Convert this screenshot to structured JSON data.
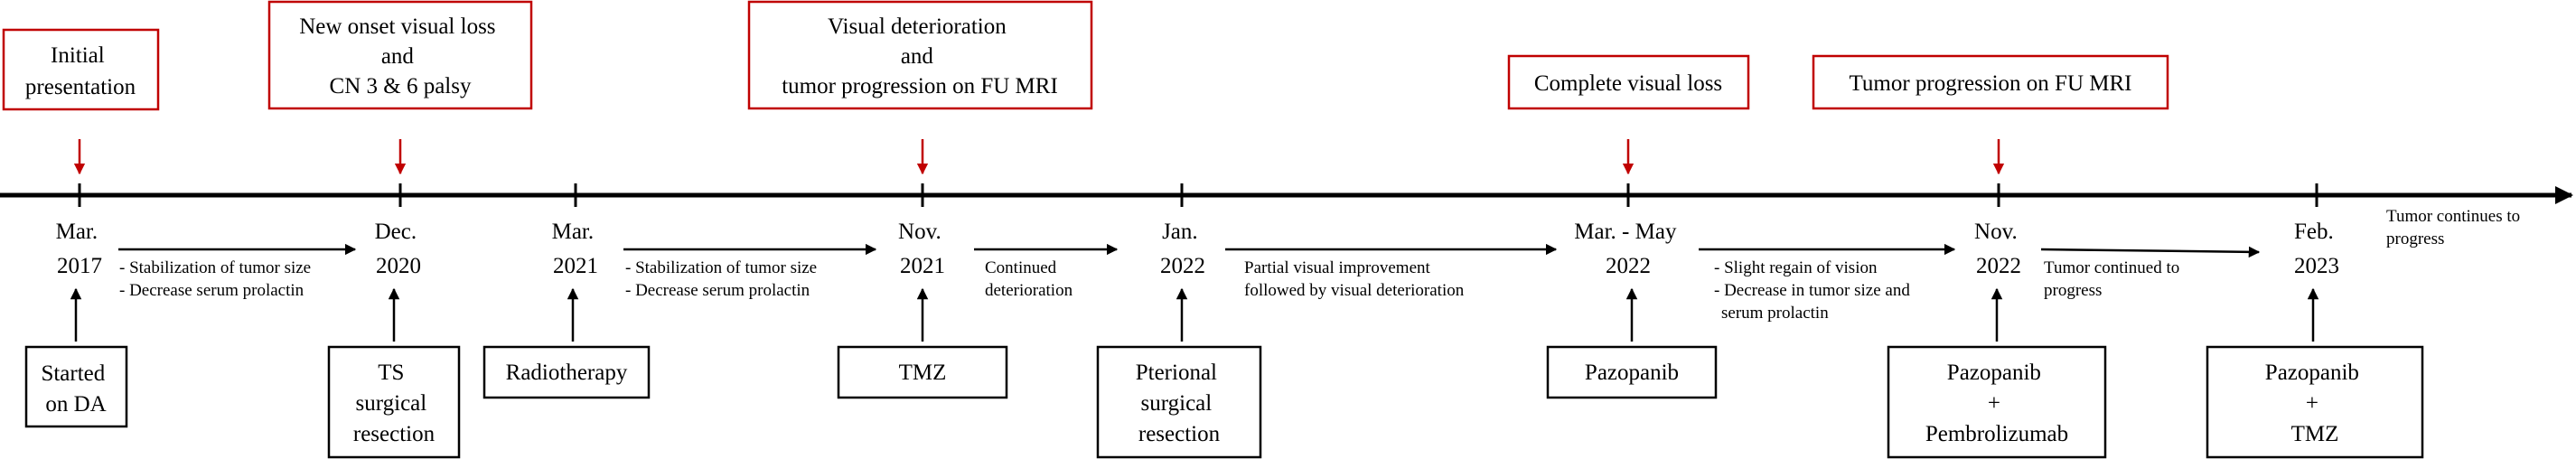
{
  "events": [
    {
      "id": "initial-presentation",
      "lines": [
        "Initial",
        "presentation"
      ]
    },
    {
      "id": "new-onset-visual-loss",
      "lines": [
        "New onset visual loss",
        "and",
        "CN 3 & 6 palsy"
      ]
    },
    {
      "id": "visual-deterioration",
      "lines": [
        "Visual deterioration",
        "and",
        "tumor progression on FU MRI"
      ]
    },
    {
      "id": "complete-visual-loss",
      "lines": [
        "Complete visual loss"
      ]
    },
    {
      "id": "tumor-progression",
      "lines": [
        "Tumor progression on FU MRI"
      ]
    }
  ],
  "dates": [
    {
      "id": "mar-2017",
      "lines": [
        "Mar.",
        "2017"
      ]
    },
    {
      "id": "dec-2020",
      "lines": [
        "Dec.",
        "2020"
      ]
    },
    {
      "id": "mar-2021",
      "lines": [
        "Mar.",
        "2021"
      ]
    },
    {
      "id": "nov-2021",
      "lines": [
        "Nov.",
        "2021"
      ]
    },
    {
      "id": "jan-2022",
      "lines": [
        "Jan.",
        "2022"
      ]
    },
    {
      "id": "mar-may-2022",
      "lines": [
        "Mar. - May",
        "2022"
      ]
    },
    {
      "id": "nov-2022",
      "lines": [
        "Nov.",
        "2022"
      ]
    },
    {
      "id": "feb-2023",
      "lines": [
        "Feb.",
        "2023"
      ]
    }
  ],
  "treatments": [
    {
      "id": "started-on-da",
      "lines": [
        "Started",
        "on DA"
      ]
    },
    {
      "id": "ts-surgical-resection",
      "lines": [
        "TS",
        "surgical",
        "resection"
      ]
    },
    {
      "id": "radiotherapy",
      "lines": [
        "Radiotherapy"
      ]
    },
    {
      "id": "tmz",
      "lines": [
        "TMZ"
      ]
    },
    {
      "id": "pterional-surgical-resection",
      "lines": [
        "Pterional",
        "surgical",
        "resection"
      ]
    },
    {
      "id": "pazopanib",
      "lines": [
        "Pazopanib"
      ]
    },
    {
      "id": "pazopanib-pembrolizumab",
      "lines": [
        "Pazopanib",
        "+",
        "Pembrolizumab"
      ]
    },
    {
      "id": "pazopanib-tmz",
      "lines": [
        "Pazopanib",
        "+",
        "TMZ"
      ]
    }
  ],
  "notes": [
    {
      "id": "note-stabilization-1",
      "lines": [
        "- Stabilization of tumor size",
        "- Decrease serum prolactin"
      ]
    },
    {
      "id": "note-stabilization-2",
      "lines": [
        "- Stabilization of tumor size",
        "- Decrease serum prolactin"
      ]
    },
    {
      "id": "note-continued-deterioration",
      "lines": [
        "Continued",
        "deterioration"
      ]
    },
    {
      "id": "note-partial-improvement",
      "lines": [
        "Partial visual improvement",
        "followed by visual deterioration"
      ]
    },
    {
      "id": "note-slight-regain",
      "lines": [
        "- Slight regain of vision",
        "- Decrease in tumor size and",
        "serum prolactin"
      ]
    },
    {
      "id": "note-tumor-continued",
      "lines": [
        "Tumor continued to",
        "progress"
      ]
    },
    {
      "id": "note-tumor-continues",
      "lines": [
        "Tumor continues to",
        "progress"
      ]
    }
  ],
  "colors": {
    "accent": "#c00000",
    "line": "#000000"
  }
}
